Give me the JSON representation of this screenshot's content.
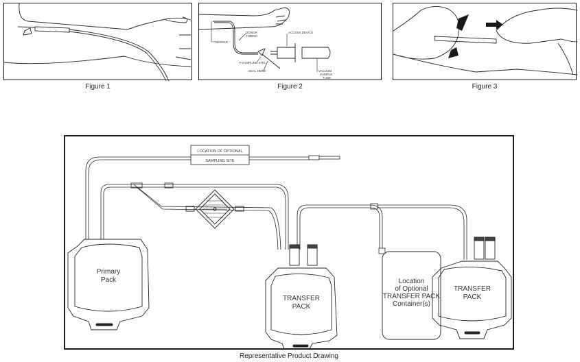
{
  "figures": [
    {
      "caption": "Figure 1"
    },
    {
      "caption": "Figure 2",
      "labels": {
        "needle": "NEEDLE",
        "donor_tubing_1": "DONOR",
        "donor_tubing_2": "TUBING",
        "access_device": "ACCESS DEVICE",
        "y_sampling_site": "Y-SAMPLING SITE",
        "seal_here": "SEAL HERE",
        "vacuum_1": "VACUUM",
        "vacuum_2": "SAMPLE",
        "vacuum_3": "TUBE"
      }
    },
    {
      "caption": "Figure 3"
    }
  ],
  "product_drawing": {
    "caption": "Representative Product Drawing",
    "sampling_site_label_1": "LOCATION OF OPTIONAL",
    "sampling_site_label_2": "SAMPLING SITE",
    "primary_pack_1": "Primary",
    "primary_pack_2": "Pack",
    "transfer_pack_a_1": "TRANSFER",
    "transfer_pack_a_2": "PACK",
    "optional_1": "Location",
    "optional_2": "of Optional",
    "optional_3": "TRANSFER PACK",
    "optional_4": "Container(s)",
    "transfer_pack_b_1": "TRANSFER",
    "transfer_pack_b_2": "PACK"
  }
}
